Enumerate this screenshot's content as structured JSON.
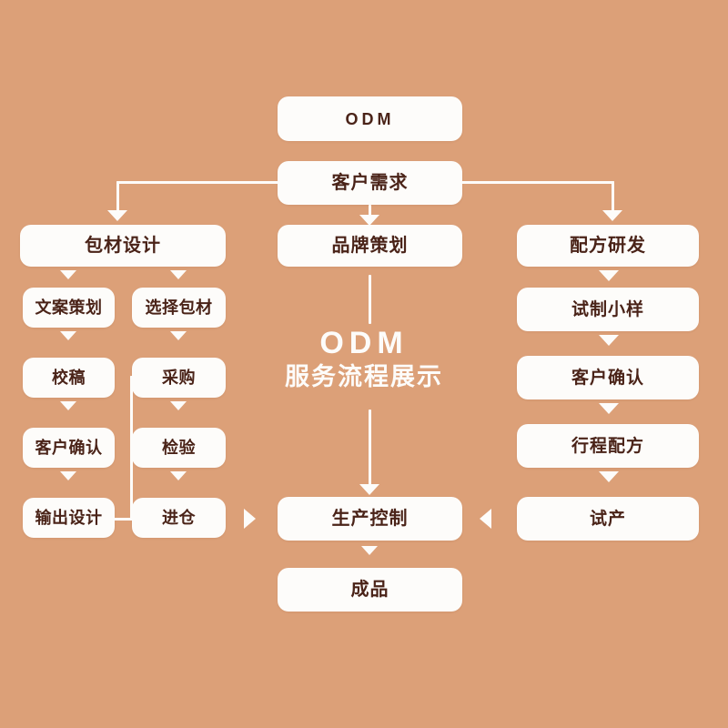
{
  "background_color": "#dca078",
  "box_color": "#fdfcfa",
  "text_color": "#4a2318",
  "watermark": {
    "en": "ODM",
    "cn": "服务流程展示"
  },
  "top": {
    "root": "ODM",
    "requirement": "客户需求"
  },
  "branches": {
    "left": {
      "head": "包材设计",
      "col_a": [
        "文案策划",
        "校稿",
        "客户确认",
        "输出设计"
      ],
      "col_b": [
        "选择包材",
        "采购",
        "检验",
        "进仓"
      ]
    },
    "center": {
      "head": "品牌策划"
    },
    "right": {
      "head": "配方研发",
      "steps": [
        "试制小样",
        "客户确认",
        "行程配方",
        "试产"
      ]
    }
  },
  "bottom": {
    "production": "生产控制",
    "finished": "成品"
  }
}
